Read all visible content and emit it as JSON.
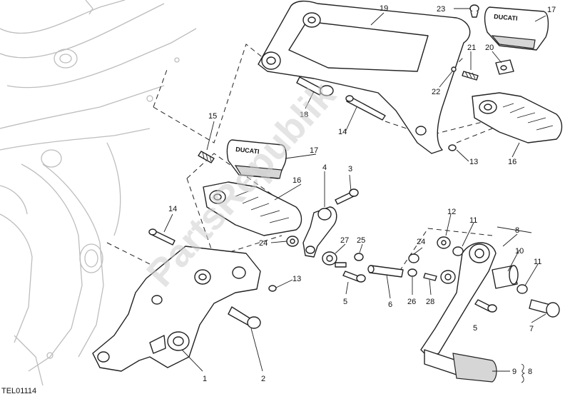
{
  "diagram": {
    "part_labels": [
      {
        "id": "l1",
        "text": "1"
      },
      {
        "id": "l2",
        "text": "2"
      },
      {
        "id": "l3",
        "text": "3"
      },
      {
        "id": "l4",
        "text": "4"
      },
      {
        "id": "l5a",
        "text": "5"
      },
      {
        "id": "l5b",
        "text": "5"
      },
      {
        "id": "l6",
        "text": "6"
      },
      {
        "id": "l7",
        "text": "7"
      },
      {
        "id": "l8",
        "text": "8"
      },
      {
        "id": "l8b",
        "text": "8"
      },
      {
        "id": "l9",
        "text": "9"
      },
      {
        "id": "l10",
        "text": "10"
      },
      {
        "id": "l11a",
        "text": "11"
      },
      {
        "id": "l11b",
        "text": "11"
      },
      {
        "id": "l12",
        "text": "12"
      },
      {
        "id": "l13a",
        "text": "13"
      },
      {
        "id": "l13b",
        "text": "13"
      },
      {
        "id": "l14a",
        "text": "14"
      },
      {
        "id": "l14b",
        "text": "14"
      },
      {
        "id": "l15",
        "text": "15"
      },
      {
        "id": "l16a",
        "text": "16"
      },
      {
        "id": "l16b",
        "text": "16"
      },
      {
        "id": "l17a",
        "text": "17"
      },
      {
        "id": "l17b",
        "text": "17"
      },
      {
        "id": "l18",
        "text": "18"
      },
      {
        "id": "l19",
        "text": "19"
      },
      {
        "id": "l20",
        "text": "20"
      },
      {
        "id": "l21",
        "text": "21"
      },
      {
        "id": "l22",
        "text": "22"
      },
      {
        "id": "l23",
        "text": "23"
      },
      {
        "id": "l24a",
        "text": "24"
      },
      {
        "id": "l24b",
        "text": "24"
      },
      {
        "id": "l25",
        "text": "25"
      },
      {
        "id": "l26",
        "text": "26"
      },
      {
        "id": "l27",
        "text": "27"
      },
      {
        "id": "l28",
        "text": "28"
      }
    ],
    "drawing_code": "TEL01114",
    "watermark": "PartsRepublik",
    "brand_mark": "DUCATI"
  }
}
